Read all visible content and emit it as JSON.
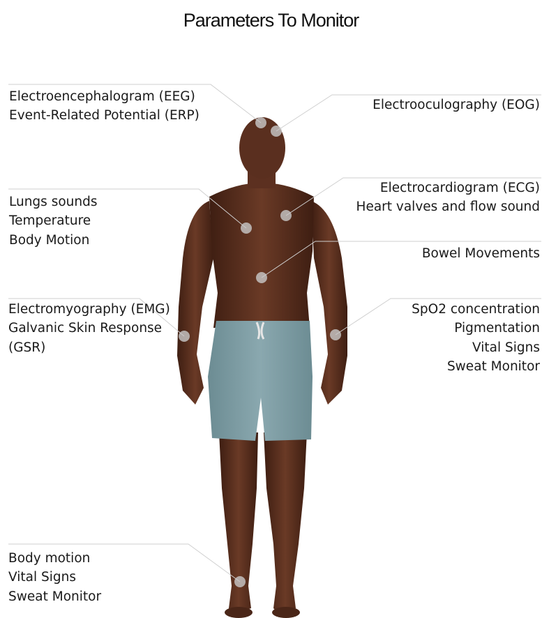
{
  "title": "Parameters To Monitor",
  "callouts": [
    {
      "id": "head-left",
      "lines": [
        "Electroencephalogram (EEG)",
        "Event-Related Potential (ERP)"
      ]
    },
    {
      "id": "eye",
      "lines": [
        "Electrooculography (EOG)"
      ]
    },
    {
      "id": "chest-left",
      "lines": [
        "Lungs sounds",
        "Temperature",
        "Body Motion"
      ]
    },
    {
      "id": "heart",
      "lines": [
        "Electrocardiogram (ECG)",
        "Heart valves and flow sound"
      ]
    },
    {
      "id": "abdomen",
      "lines": [
        "Bowel Movements"
      ]
    },
    {
      "id": "forearm-left",
      "lines": [
        "Electromyography (EMG)",
        "Galvanic Skin Response",
        "(GSR)"
      ]
    },
    {
      "id": "wrist-right",
      "lines": [
        "SpO2 concentration",
        "Pigmentation",
        "Vital Signs",
        "Sweat Monitor"
      ]
    },
    {
      "id": "ankle",
      "lines": [
        "Body motion",
        "Vital Signs",
        "Sweat Monitor"
      ]
    }
  ],
  "colors": {
    "skin": "#5a3020",
    "shorts": "#7f9ea5",
    "marker": "#c9c9c9",
    "leader": "#cfcfcf"
  }
}
